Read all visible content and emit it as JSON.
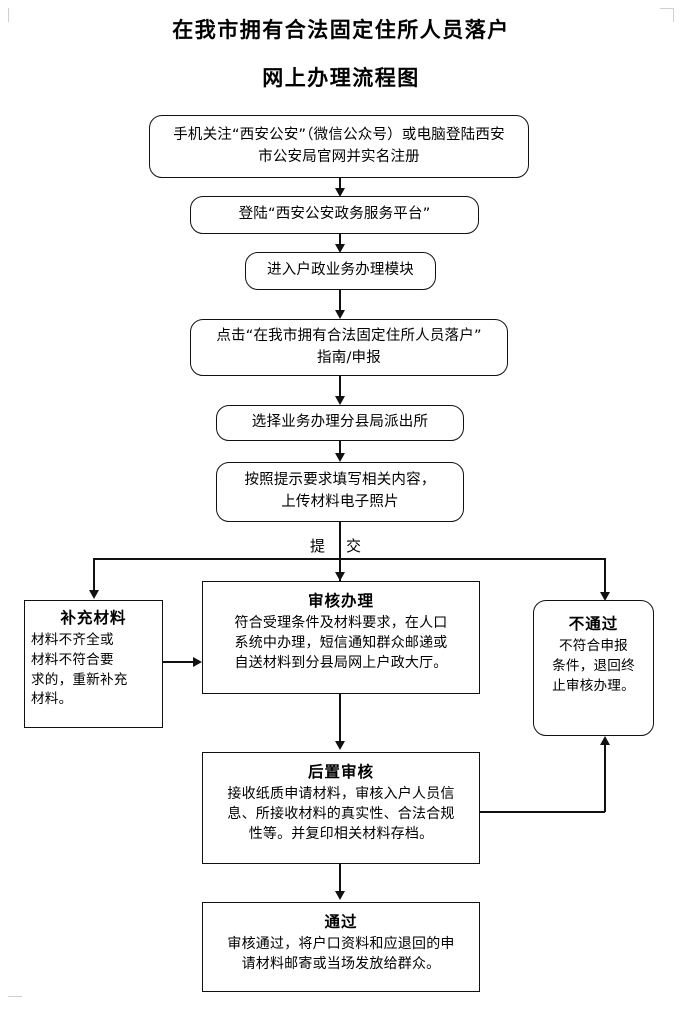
{
  "document": {
    "title_line_1": "在我市拥有合法固定住所人员落户",
    "title_line_2": "网上办理流程图"
  },
  "nodes": {
    "register": {
      "text": "手机关注“西安公安”（微信公众号）或电脑登陆西安\n市公安局官网并实名注册"
    },
    "login_platform": {
      "text": "登陆“西安公安政务服务平台”"
    },
    "household_module": {
      "text": "进入户政业务办理模块"
    },
    "click_guide": {
      "text": "点击“在我市拥有合法固定住所人员落户”\n指南/申报"
    },
    "select_station": {
      "text": "选择业务办理分县局派出所"
    },
    "fill_upload": {
      "text": "按照提示要求填写相关内容，\n上传材料电子照片"
    },
    "supplement": {
      "header": "补充材料",
      "body": "材料不齐全或\n材料不符合要\n求的，重新补充\n材料。"
    },
    "review_process": {
      "header": "审核办理",
      "body": "符合受理条件及材料要求，在人口\n系统中办理，短信通知群众邮递或\n自送材料到分县局网上户政大厅。"
    },
    "rejected": {
      "header": "不通过",
      "body": "不符合申报\n条件，退回终\n止审核办理。"
    },
    "post_review": {
      "header": "后置审核",
      "body": "接收纸质申请材料，审核入户人员信\n息、所接收材料的真实性、合法合规\n性等。并复印相关材料存档。"
    },
    "approved": {
      "header": "通过",
      "body": "审核通过，将户口资料和应退回的申\n请材料邮寄或当场发放给群众。"
    }
  },
  "edges": {
    "submit_label_left": "提",
    "submit_label_right": "交"
  },
  "colors": {
    "line": "#111111",
    "background": "#ffffff",
    "text": "#000000"
  }
}
